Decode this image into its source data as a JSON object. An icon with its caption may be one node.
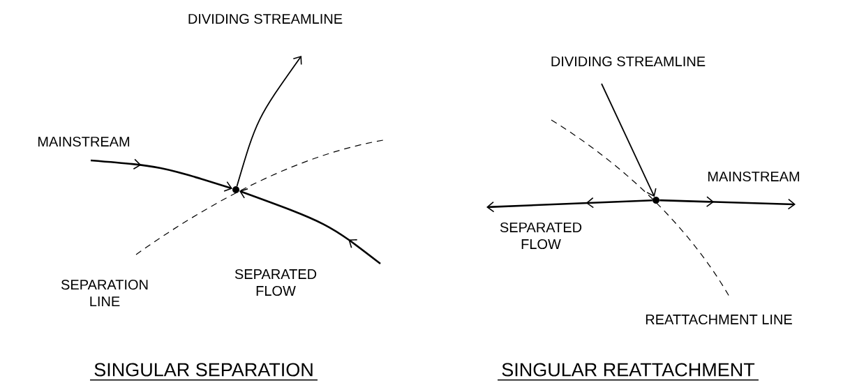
{
  "diagram": {
    "nodes": [
      {
        "text": [],
        "shape": "circle"
      },
      {
        "text": [],
        "shape": "circle"
      }
    ],
    "edges": [
      {
        "from": null,
        "to": 0,
        "arrow": "to"
      },
      {
        "from": null,
        "to": 0,
        "arrow": "to"
      },
      {
        "from": 0,
        "to": null,
        "arrow": "to"
      },
      {
        "from": null,
        "to": 1,
        "arrow": "to"
      },
      {
        "from": 1,
        "to": null,
        "arrow": "to"
      },
      {
        "from": 1,
        "to": null,
        "arrow": "to"
      }
    ],
    "labels": [
      "DIVIDING STREAMLINE",
      "DIVIDING STREAMLINE",
      "MAINSTREAM",
      "MAINSTREAM",
      "SEPARATED FLOW",
      "SEPARATED FLOW",
      "SEPARATION LINE",
      "REATTACHMENT LINE",
      "SINGULAR SEPARATION",
      "SINGULAR REATTACHMENT"
    ]
  }
}
